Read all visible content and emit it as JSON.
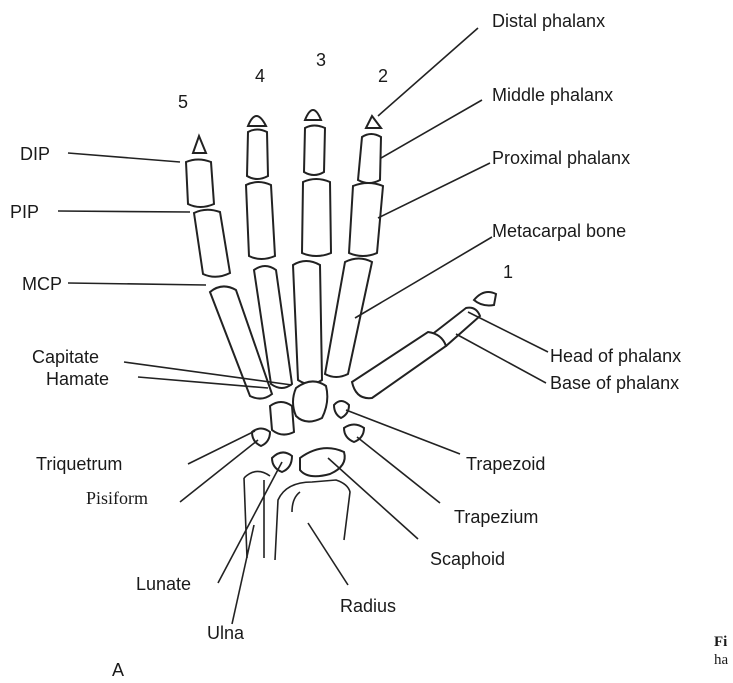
{
  "labels": {
    "distal_phalanx": "Distal phalanx",
    "middle_phalanx": "Middle phalanx",
    "proximal_phalanx": "Proximal phalanx",
    "metacarpal_bone": "Metacarpal bone",
    "head_of_phalanx": "Head of phalanx",
    "base_of_phalanx": "Base of phalanx",
    "dip": "DIP",
    "pip": "PIP",
    "mcp": "MCP",
    "capitate": "Capitate",
    "hamate": "Hamate",
    "triquetrum": "Triquetrum",
    "pisiform": "Pisiform",
    "lunate": "Lunate",
    "ulna": "Ulna",
    "radius": "Radius",
    "scaphoid": "Scaphoid",
    "trapezium": "Trapezium",
    "trapezoid": "Trapezoid"
  },
  "digits": {
    "d1": "1",
    "d2": "2",
    "d3": "3",
    "d4": "4",
    "d5": "5"
  },
  "panel_label": "A",
  "caption_fragment": {
    "line1": "Fi",
    "line2": "ha"
  }
}
